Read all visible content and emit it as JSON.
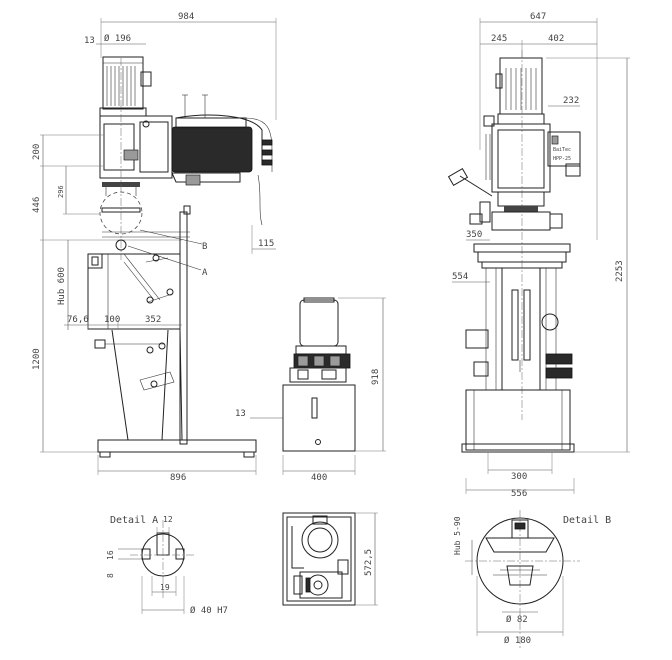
{
  "front_view": {
    "dims": {
      "overall_width": "984",
      "wall": "13",
      "motor_dia": "Ø 196",
      "top_height": "200",
      "upper_height": "446",
      "stroke_height": "296",
      "hub": "Hub 600",
      "lower_height": "1200",
      "offset_1": "76,6",
      "offset_2": "100",
      "offset_3": "352",
      "side_offset": "115",
      "base_width": "896"
    },
    "callouts": {
      "detail_b": "B",
      "detail_a": "A"
    }
  },
  "hydraulic_unit": {
    "dims": {
      "height": "918",
      "wall": "13",
      "width": "400"
    }
  },
  "side_view": {
    "dims": {
      "overall_width": "647",
      "left": "245",
      "right": "402",
      "offset": "232",
      "total_height": "2253",
      "spindle": "350",
      "table": "554",
      "base_inner": "300",
      "base_outer": "556"
    },
    "label_plate": {
      "brand": "BaiTec",
      "model": "HPP-25"
    }
  },
  "detail_a": {
    "title": "Detail A",
    "dims": {
      "top": "12",
      "slot_h": "16",
      "slot_d": "8",
      "bottom": "19",
      "bore": "Ø 40 H7"
    }
  },
  "top_view": {
    "dims": {
      "height": "572,5"
    }
  },
  "detail_b": {
    "title": "Detail B",
    "dims": {
      "hub": "Hub 5-90",
      "inner": "Ø 82",
      "outer": "Ø 180"
    }
  }
}
